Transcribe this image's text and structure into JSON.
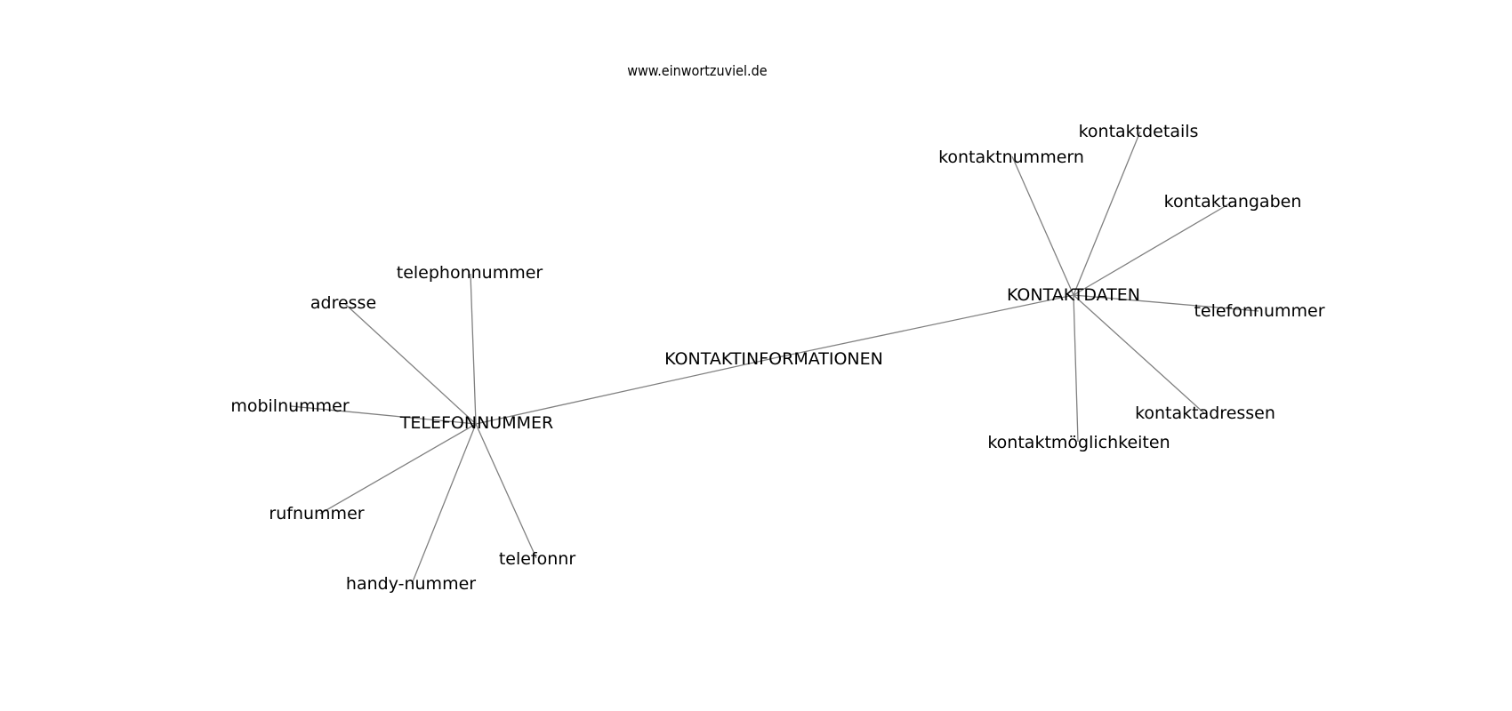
{
  "watermark": "www.einwortzuviel.de",
  "colors": {
    "edge": "#808080",
    "text": "#000000",
    "background": "#ffffff"
  },
  "nodes": [
    {
      "id": "kontaktinformationen",
      "label": "KONTAKTINFORMATIONEN"
    },
    {
      "id": "telefonnummer-hub",
      "label": "TELEFONNUMMER"
    },
    {
      "id": "kontaktdaten",
      "label": "KONTAKTDATEN"
    },
    {
      "id": "telephonnummer",
      "label": "telephonnummer"
    },
    {
      "id": "adresse",
      "label": "adresse"
    },
    {
      "id": "mobilnummer",
      "label": "mobilnummer"
    },
    {
      "id": "rufnummer",
      "label": "rufnummer"
    },
    {
      "id": "handy-nummer",
      "label": "handy-nummer"
    },
    {
      "id": "telefonnr",
      "label": "telefonnr"
    },
    {
      "id": "kontaktdetails",
      "label": "kontaktdetails"
    },
    {
      "id": "kontaktnummern",
      "label": "kontaktnummern"
    },
    {
      "id": "kontaktangaben",
      "label": "kontaktangaben"
    },
    {
      "id": "telefonnummer",
      "label": "telefonnummer"
    },
    {
      "id": "kontaktadressen",
      "label": "kontaktadressen"
    },
    {
      "id": "kontaktmoeglichkeiten",
      "label": "kontaktmöglichkeiten"
    }
  ],
  "edges": [
    [
      "telefonnummer-hub",
      "kontaktinformationen"
    ],
    [
      "kontaktinformationen",
      "kontaktdaten"
    ],
    [
      "telefonnummer-hub",
      "telephonnummer"
    ],
    [
      "telefonnummer-hub",
      "adresse"
    ],
    [
      "telefonnummer-hub",
      "mobilnummer"
    ],
    [
      "telefonnummer-hub",
      "rufnummer"
    ],
    [
      "telefonnummer-hub",
      "handy-nummer"
    ],
    [
      "telefonnummer-hub",
      "telefonnr"
    ],
    [
      "kontaktdaten",
      "kontaktdetails"
    ],
    [
      "kontaktdaten",
      "kontaktnummern"
    ],
    [
      "kontaktdaten",
      "kontaktangaben"
    ],
    [
      "kontaktdaten",
      "telefonnummer"
    ],
    [
      "kontaktdaten",
      "kontaktadressen"
    ],
    [
      "kontaktdaten",
      "kontaktmoeglichkeiten"
    ]
  ]
}
